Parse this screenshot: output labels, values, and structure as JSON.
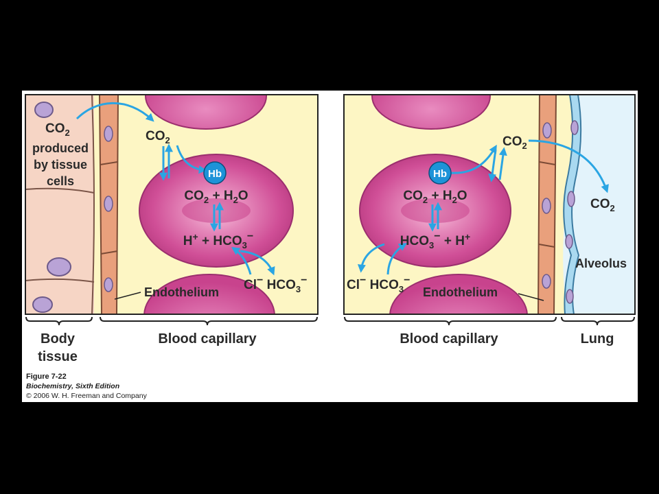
{
  "left_panel": {
    "co2_tissue": "CO",
    "co2_tissue_sub": "2",
    "produced_lines": [
      "produced",
      "by tissue",
      "cells"
    ],
    "co2_plasma": "CO",
    "co2_plasma_sub": "2",
    "hb": "Hb",
    "reaction_top": {
      "a": "CO",
      "a_sub": "2",
      "plus": "+",
      "b": "H",
      "b_sub": "2",
      "c": "O"
    },
    "reaction_bottom": {
      "a": "H",
      "a_sup": "+",
      "plus": "+",
      "b": "HCO",
      "b_sub": "3",
      "b_sup": "−"
    },
    "exchange": {
      "cl": "Cl",
      "cl_sup": "−",
      "hco": "HCO",
      "hco_sub": "3",
      "hco_sup": "−"
    },
    "endothelium": "Endothelium"
  },
  "right_panel": {
    "hb": "Hb",
    "co2_plasma": "CO",
    "co2_plasma_sub": "2",
    "co2_lung": "CO",
    "co2_lung_sub": "2",
    "reaction_top": {
      "a": "CO",
      "a_sub": "2",
      "plus": "+",
      "b": "H",
      "b_sub": "2",
      "c": "O"
    },
    "reaction_bottom": {
      "a": "HCO",
      "a_sub": "3",
      "a_sup": "−",
      "plus": "+",
      "b": "H",
      "b_sup": "+"
    },
    "exchange": {
      "cl": "Cl",
      "cl_sup": "−",
      "hco": "HCO",
      "hco_sub": "3",
      "hco_sup": "−"
    },
    "alveolus": "Alveolus",
    "endothelium": "Endothelium"
  },
  "bottom_labels": {
    "body_tissue": [
      "Body",
      "tissue"
    ],
    "blood_capillary_left": "Blood capillary",
    "blood_capillary_right": "Blood capillary",
    "lung": "Lung"
  },
  "caption": {
    "figure": "Figure 7-22",
    "book": "Biochemistry, Sixth Edition",
    "copyright": "© 2006 W. H. Freeman and Company"
  },
  "colors": {
    "background": "#000000",
    "panel_bg": "#ffffff",
    "plasma": "#fdf6c4",
    "tissue": "#f6d5c5",
    "endothelium": "#e9a07c",
    "rbc": "#d8559c",
    "arrow": "#2aa5e3",
    "hb": "#1d93d8",
    "alveolus": "#e3f3fb"
  }
}
